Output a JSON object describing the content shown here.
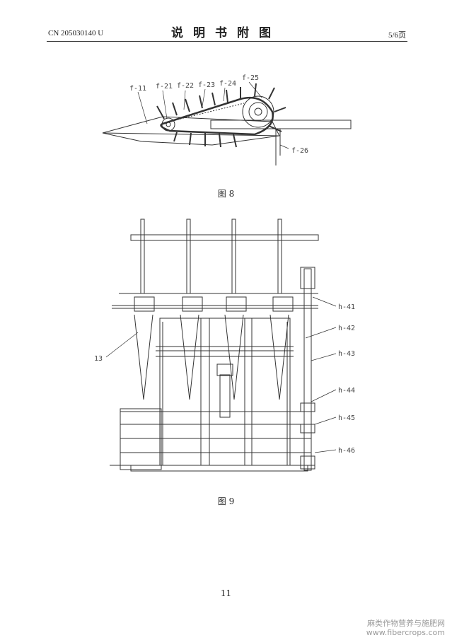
{
  "header": {
    "patent_number": "CN 205030140 U",
    "doc_title": "说明书附图",
    "page_indicator": "5/6页"
  },
  "figures": [
    {
      "caption": "图 8",
      "labels": [
        "f-11",
        "f-21",
        "f-22",
        "f-23",
        "f-24",
        "f-25",
        "f-26"
      ]
    },
    {
      "caption": "图 9",
      "labels": [
        "13",
        "h-41",
        "h-42",
        "h-43",
        "h-44",
        "h-45",
        "h-46"
      ]
    }
  ],
  "page_number": "11",
  "watermark": {
    "line1": "麻类作物营养与施肥网",
    "line2": "www.fibercrops.com"
  }
}
